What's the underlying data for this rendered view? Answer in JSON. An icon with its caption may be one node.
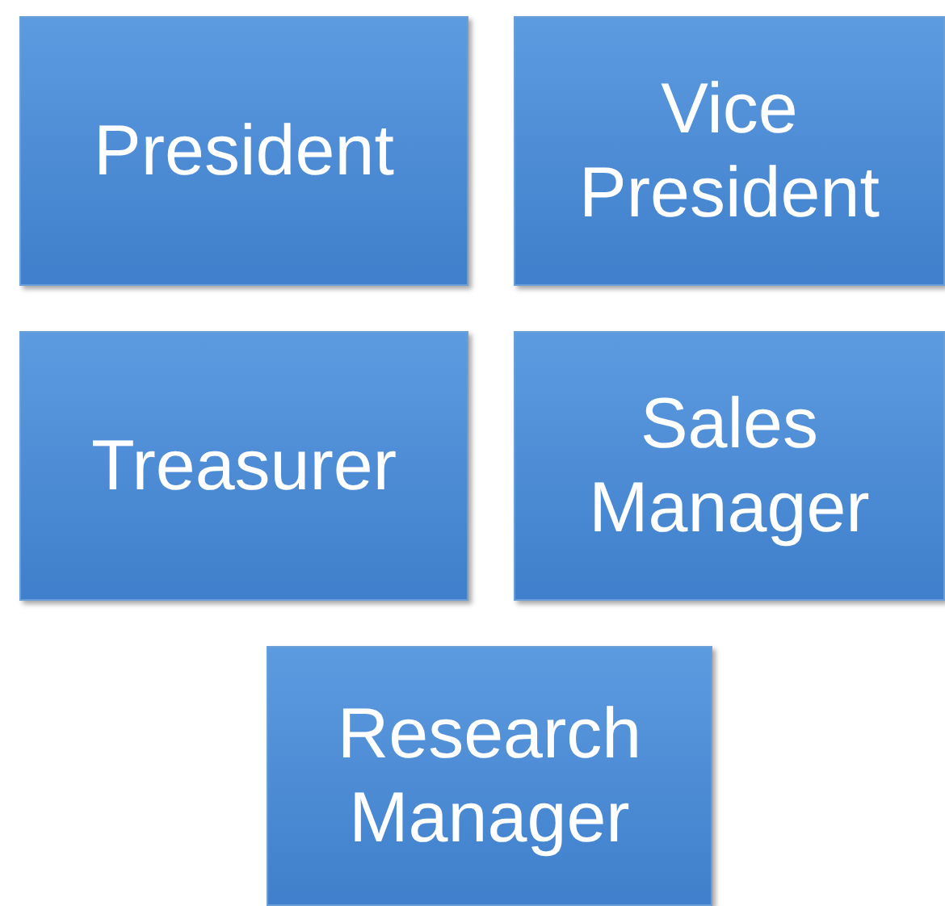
{
  "diagram": {
    "nodes": [
      {
        "text": [
          "President"
        ]
      },
      {
        "text": [
          "Vice President"
        ]
      },
      {
        "text": [
          "Treasurer"
        ]
      },
      {
        "text": [
          "Sales Manager"
        ]
      },
      {
        "text": [
          "Research Manager"
        ]
      }
    ]
  }
}
